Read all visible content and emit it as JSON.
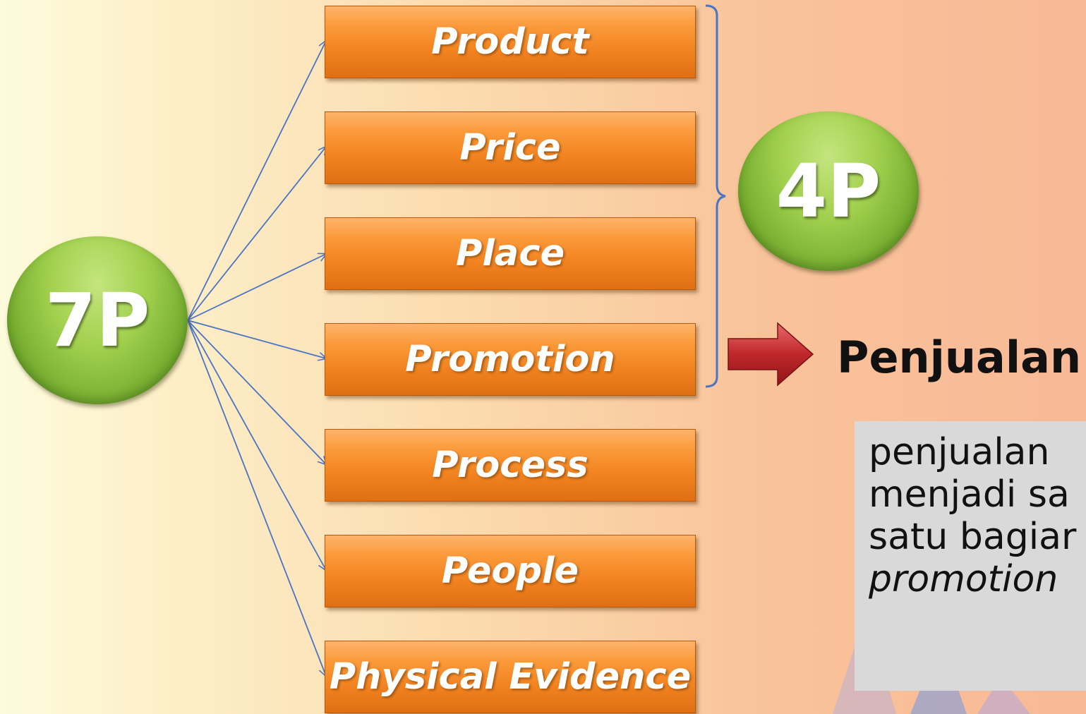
{
  "hub": {
    "label": "7P"
  },
  "items": [
    {
      "label": "Product"
    },
    {
      "label": "Price"
    },
    {
      "label": "Place"
    },
    {
      "label": "Promotion"
    },
    {
      "label": "Process"
    },
    {
      "label": "People"
    },
    {
      "label": "Physical Evidence"
    }
  ],
  "group": {
    "label": "4P"
  },
  "result": {
    "label": "Penjualan"
  },
  "note": {
    "lines": [
      "penjualan",
      "menjadi sa",
      "satu bagiar",
      "promotion"
    ]
  },
  "colors": {
    "circle_green": "#a1d04d",
    "box_orange": "#f28320",
    "connector_blue": "#4a74c4",
    "arrow_red": "#c0282b"
  }
}
